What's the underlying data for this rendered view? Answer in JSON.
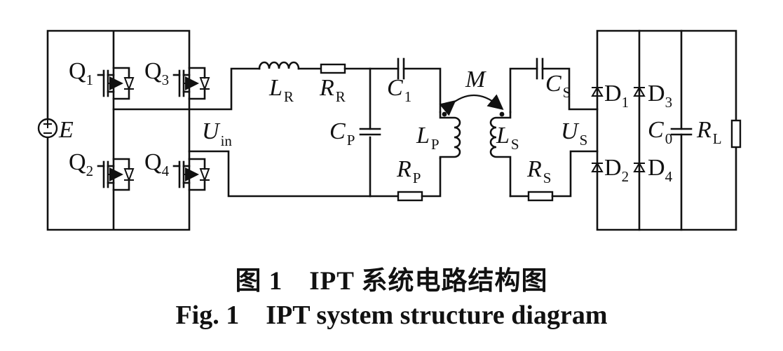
{
  "caption": {
    "cn_number": "图 1",
    "cn_text": "IPT 系统电路结构图",
    "en_number": "Fig. 1",
    "en_text": "IPT system structure diagram"
  },
  "labels": {
    "source": "E",
    "q1": {
      "main": "Q",
      "sub": "1"
    },
    "q2": {
      "main": "Q",
      "sub": "2"
    },
    "q3": {
      "main": "Q",
      "sub": "3"
    },
    "q4": {
      "main": "Q",
      "sub": "4"
    },
    "uin": {
      "main": "U",
      "sub": "in"
    },
    "lr": {
      "main": "L",
      "sub": "R"
    },
    "rr": {
      "main": "R",
      "sub": "R"
    },
    "c1": {
      "main": "C",
      "sub": "1"
    },
    "cp": {
      "main": "C",
      "sub": "P"
    },
    "rp": {
      "main": "R",
      "sub": "P"
    },
    "lp": {
      "main": "L",
      "sub": "P"
    },
    "m": "M",
    "ls": {
      "main": "L",
      "sub": "S"
    },
    "cs": {
      "main": "C",
      "sub": "S"
    },
    "rs": {
      "main": "R",
      "sub": "S"
    },
    "us": {
      "main": "U",
      "sub": "S"
    },
    "d1": {
      "main": "D",
      "sub": "1"
    },
    "d2": {
      "main": "D",
      "sub": "2"
    },
    "d3": {
      "main": "D",
      "sub": "3"
    },
    "d4": {
      "main": "D",
      "sub": "4"
    },
    "c0": {
      "main": "C",
      "sub": "0"
    },
    "rl": {
      "main": "R",
      "sub": "L"
    }
  }
}
